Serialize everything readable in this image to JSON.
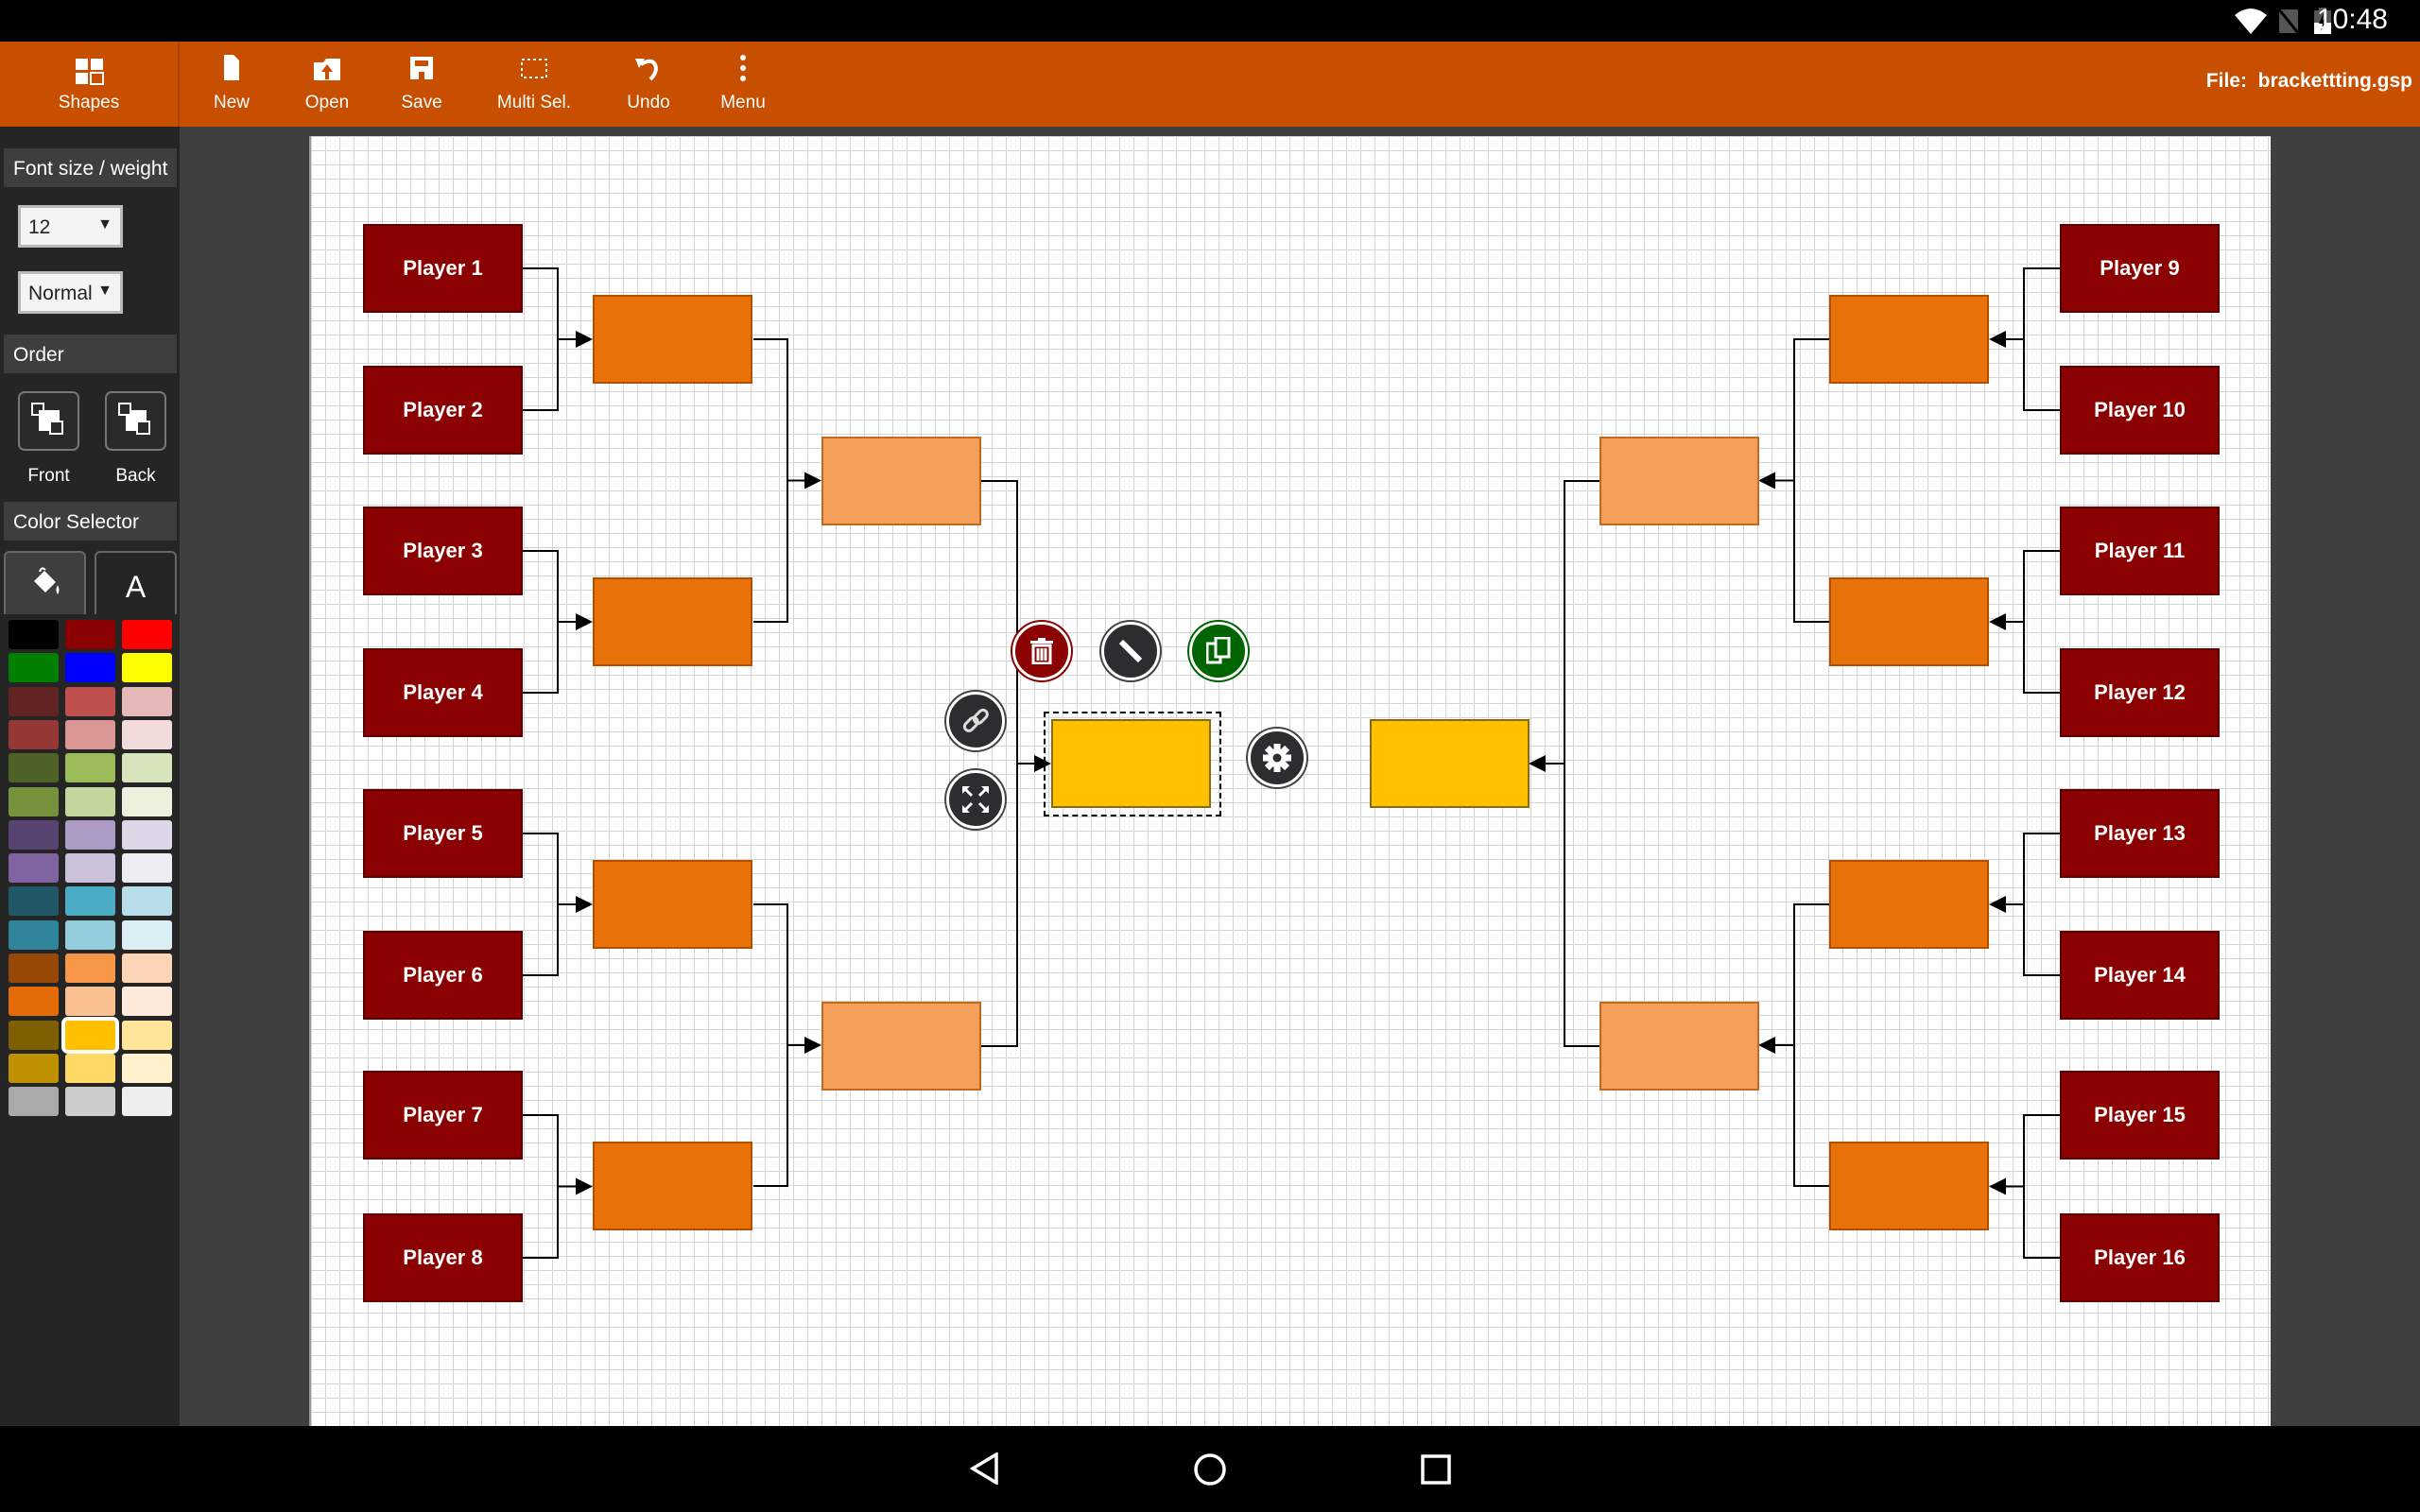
{
  "status": {
    "time": "10:48"
  },
  "toolbar": {
    "shapes": "Shapes",
    "new": "New",
    "open": "Open",
    "save": "Save",
    "multi": "Multi Sel.",
    "undo": "Undo",
    "menu": "Menu",
    "file_label": "File:",
    "file_name": "brackettting.gsp"
  },
  "sidebar": {
    "font_header": "Font size / weight",
    "font_size": "12",
    "font_weight": "Normal",
    "order_header": "Order",
    "front": "Front",
    "back": "Back",
    "color_header": "Color Selector",
    "text_tab": "A"
  },
  "palette": [
    "#000000",
    "#8b0000",
    "#ff0000",
    "#008000",
    "#0000ff",
    "#ffff00",
    "#632523",
    "#c0504d",
    "#e6b8b7",
    "#953734",
    "#d99694",
    "#f2dcdb",
    "#4f6228",
    "#9bbb59",
    "#d7e4bc",
    "#76923c",
    "#c3d69b",
    "#ebf1dd",
    "#574370",
    "#ac9cc5",
    "#dcd6e6",
    "#8064a2",
    "#ccc1da",
    "#eeecf3",
    "#215868",
    "#4bacc6",
    "#b7dee8",
    "#31859b",
    "#93cddd",
    "#dbeef3",
    "#974806",
    "#f79646",
    "#fbd5b5",
    "#e36c09",
    "#fac08f",
    "#fdeada",
    "#7f6000",
    "#ffc000",
    "#ffe599",
    "#bf9000",
    "#ffd966",
    "#fff2cc",
    "#aaaaaa",
    "#cccccc",
    "#eeeeee"
  ],
  "selected_color": "#ffc000",
  "bracket": {
    "left_players": [
      "Player 1",
      "Player 2",
      "Player 3",
      "Player 4",
      "Player 5",
      "Player 6",
      "Player 7",
      "Player 8"
    ],
    "right_players": [
      "Player 9",
      "Player 10",
      "Player 11",
      "Player 12",
      "Player 13",
      "Player 14",
      "Player 15",
      "Player 16"
    ]
  }
}
